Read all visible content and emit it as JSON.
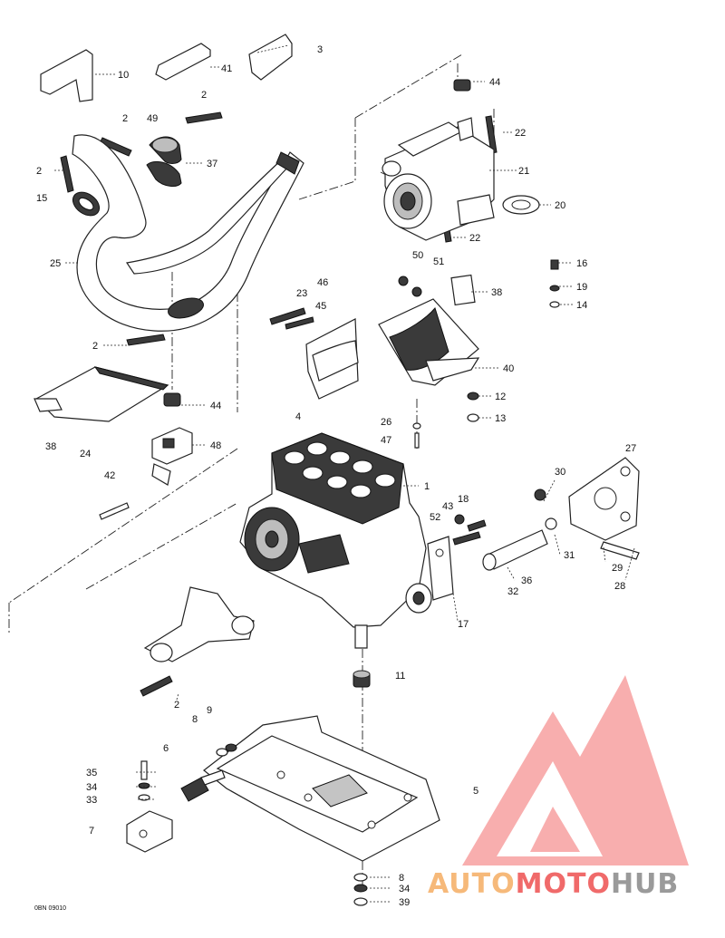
{
  "callouts": [
    {
      "id": "c3",
      "text": "3"
    },
    {
      "id": "c10",
      "text": "10"
    },
    {
      "id": "c41",
      "text": "41"
    },
    {
      "id": "c44a",
      "text": "44"
    },
    {
      "id": "c2a",
      "text": "2"
    },
    {
      "id": "c49",
      "text": "49"
    },
    {
      "id": "c2b",
      "text": "2"
    },
    {
      "id": "c22a",
      "text": "22"
    },
    {
      "id": "c37",
      "text": "37"
    },
    {
      "id": "c2c",
      "text": "2"
    },
    {
      "id": "c21",
      "text": "21"
    },
    {
      "id": "c15",
      "text": "15"
    },
    {
      "id": "c20",
      "text": "20"
    },
    {
      "id": "c22b",
      "text": "22"
    },
    {
      "id": "c25",
      "text": "25"
    },
    {
      "id": "c50",
      "text": "50"
    },
    {
      "id": "c51",
      "text": "51"
    },
    {
      "id": "c16",
      "text": "16"
    },
    {
      "id": "c46",
      "text": "46"
    },
    {
      "id": "c23",
      "text": "23"
    },
    {
      "id": "c38a",
      "text": "38"
    },
    {
      "id": "c19",
      "text": "19"
    },
    {
      "id": "c45",
      "text": "45"
    },
    {
      "id": "c14",
      "text": "14"
    },
    {
      "id": "c2d",
      "text": "2"
    },
    {
      "id": "c40",
      "text": "40"
    },
    {
      "id": "c12",
      "text": "12"
    },
    {
      "id": "c44b",
      "text": "44"
    },
    {
      "id": "c4",
      "text": "4"
    },
    {
      "id": "c13",
      "text": "13"
    },
    {
      "id": "c26",
      "text": "26"
    },
    {
      "id": "c47",
      "text": "47"
    },
    {
      "id": "c38b",
      "text": "38"
    },
    {
      "id": "c24",
      "text": "24"
    },
    {
      "id": "c48",
      "text": "48"
    },
    {
      "id": "c27",
      "text": "27"
    },
    {
      "id": "c42",
      "text": "42"
    },
    {
      "id": "c1",
      "text": "1"
    },
    {
      "id": "c30",
      "text": "30"
    },
    {
      "id": "c18",
      "text": "18"
    },
    {
      "id": "c43",
      "text": "43"
    },
    {
      "id": "c52",
      "text": "52"
    },
    {
      "id": "c31",
      "text": "31"
    },
    {
      "id": "c29",
      "text": "29"
    },
    {
      "id": "c36",
      "text": "36"
    },
    {
      "id": "c28",
      "text": "28"
    },
    {
      "id": "c32",
      "text": "32"
    },
    {
      "id": "c17",
      "text": "17"
    },
    {
      "id": "c11",
      "text": "11"
    },
    {
      "id": "c2e",
      "text": "2"
    },
    {
      "id": "c9",
      "text": "9"
    },
    {
      "id": "c8a",
      "text": "8"
    },
    {
      "id": "c6",
      "text": "6"
    },
    {
      "id": "c35",
      "text": "35"
    },
    {
      "id": "c34a",
      "text": "34"
    },
    {
      "id": "c5",
      "text": "5"
    },
    {
      "id": "c33",
      "text": "33"
    },
    {
      "id": "c7",
      "text": "7"
    },
    {
      "id": "c8b",
      "text": "8"
    },
    {
      "id": "c34b",
      "text": "34"
    },
    {
      "id": "c39",
      "text": "39"
    }
  ],
  "drawing_code": "0BN 09010",
  "watermark": {
    "word_a": "AUTO",
    "word_b": "MOTO",
    "word_c": "HUB",
    "color_a": "#f6b97a",
    "color_b": "#f06a6a",
    "color_c": "#9a9a9a",
    "mark_color": "#f26b6b"
  }
}
